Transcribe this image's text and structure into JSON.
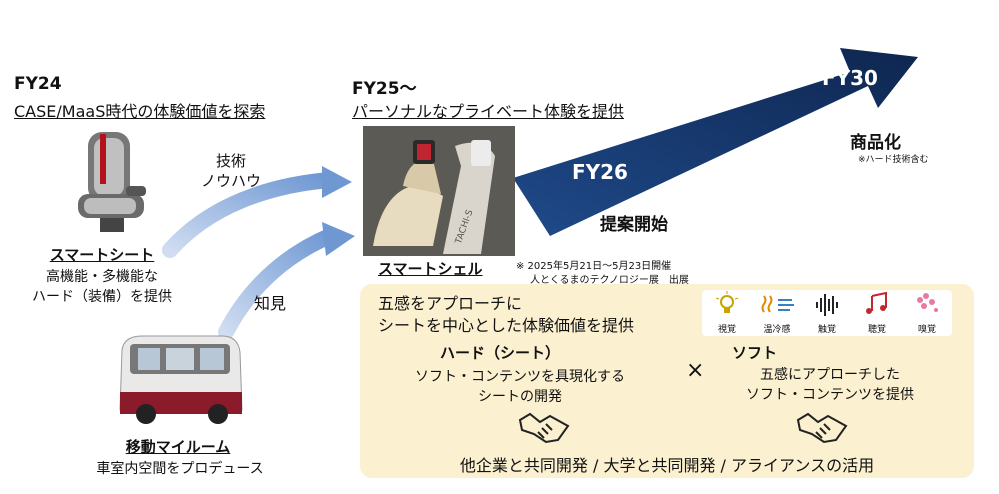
{
  "left": {
    "fy24_label": "FY24",
    "fy24_subtitle": "CASE/MaaS時代の体験価値を探索",
    "smart_seat_title": "スマートシート",
    "smart_seat_desc_1": "高機能・多機能な",
    "smart_seat_desc_2": "ハード（装備）を提供",
    "arrow_label_1a": "技術",
    "arrow_label_1b": "ノウハウ",
    "arrow_label_2": "知見",
    "mobile_room_title": "移動マイルーム",
    "mobile_room_desc": "車室内空間をプロデュース"
  },
  "middle": {
    "fy25_label": "FY25～",
    "fy25_subtitle": "パーソナルなプライベート体験を提供",
    "smart_shell_title": "スマートシェル",
    "exhibit_note_1": "※ 2025年5月21日～5月23日開催",
    "exhibit_note_2": "人とくるまのテクノロジー展　出展",
    "shell_badge": "TACHI-S"
  },
  "timeline": {
    "fy26_label": "FY26",
    "fy30_label": "FY30",
    "proposal_label": "提案開始",
    "commercial_label": "商品化",
    "commercial_note": "※ハード技術含む"
  },
  "panel": {
    "headline_1": "五感をアプローチに",
    "headline_2": "シートを中心とした体験価値を提供",
    "senses": [
      {
        "label": "視覚",
        "icon": "lightbulb-icon"
      },
      {
        "label": "温冷感",
        "icon": "heat-wind-icon"
      },
      {
        "label": "触覚",
        "icon": "sound-wave-icon"
      },
      {
        "label": "聴覚",
        "icon": "music-note-icon"
      },
      {
        "label": "嗅覚",
        "icon": "flower-icon"
      }
    ],
    "hard_title": "ハード（シート）",
    "hard_desc_1": "ソフト・コンテンツを具現化する",
    "hard_desc_2": "シートの開発",
    "cross": "×",
    "soft_title": "ソフト",
    "soft_desc_1": "五感にアプローチした",
    "soft_desc_2": "ソフト・コンテンツを提供",
    "footer": "他企業と共同開発 / 大学と共同開発 / アライアンスの活用"
  },
  "colors": {
    "navy": "#15305e",
    "arrow_blue": "#7ba2d8",
    "panel_bg": "#fbf0cf",
    "seat_red": "#b3121b",
    "bus_red": "#8b1a2a"
  }
}
